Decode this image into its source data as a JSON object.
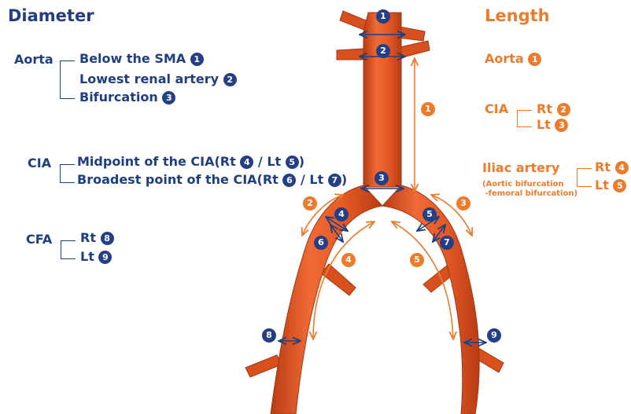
{
  "diameter": {
    "title": "Diameter",
    "aorta": {
      "label": "Aorta",
      "items": [
        {
          "text": "Below the SMA",
          "num": "1"
        },
        {
          "text": "Lowest renal artery",
          "num": "2"
        },
        {
          "text": "Bifurcation",
          "num": "3"
        }
      ]
    },
    "cia": {
      "label": "CIA",
      "mid": {
        "pre": "Midpoint of the CIA(Rt",
        "n1": "4",
        "sep": "/ Lt",
        "n2": "5",
        "post": ")"
      },
      "broad": {
        "pre": "Broadest point of the CIA(Rt",
        "n1": "6",
        "sep": "/ Lt",
        "n2": "7",
        "post": ")"
      }
    },
    "cfa": {
      "label": "CFA",
      "items": [
        {
          "text": "Rt",
          "num": "8"
        },
        {
          "text": "Lt",
          "num": "9"
        }
      ]
    }
  },
  "length": {
    "title": "Length",
    "aorta": {
      "label": "Aorta",
      "num": "1"
    },
    "cia": {
      "label": "CIA",
      "items": [
        {
          "text": "Rt",
          "num": "2"
        },
        {
          "text": "Lt",
          "num": "3"
        }
      ]
    },
    "iliac": {
      "label": "Iliac artery",
      "note_line1": "(Aortic bifurcation",
      "note_line2": "-femoral bifurcation)",
      "items": [
        {
          "text": "Rt",
          "num": "4"
        },
        {
          "text": "Lt",
          "num": "5"
        }
      ]
    }
  },
  "markers": {
    "diameter": [
      "1",
      "2",
      "3",
      "4",
      "5",
      "6",
      "7",
      "8",
      "9"
    ],
    "length": [
      "1",
      "2",
      "3",
      "4",
      "5"
    ]
  },
  "colors": {
    "navy": "#1f3f80",
    "orange": "#ec7b2c",
    "vessel": "#e0531f",
    "vessel_dark": "#b83c14"
  }
}
